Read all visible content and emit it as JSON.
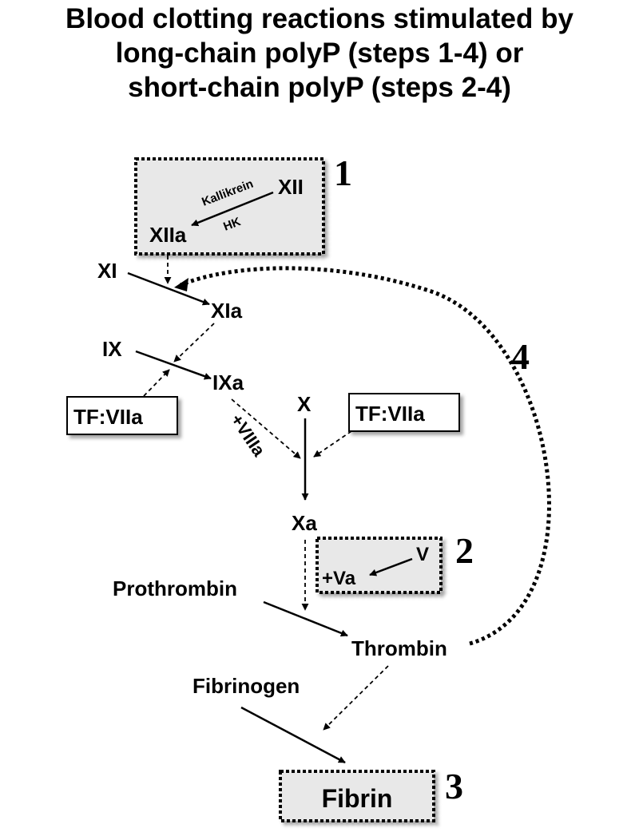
{
  "title": {
    "line1": "Blood clotting reactions stimulated by",
    "line2": "long-chain polyP (steps 1-4) or",
    "line3": "short-chain polyP (steps 2-4)"
  },
  "nodes": {
    "xii": "XII",
    "xiia": "XIIa",
    "kallikrein": "Kallikrein",
    "hk": "HK",
    "xi": "XI",
    "xia": "XIa",
    "ix": "IX",
    "ixa": "IXa",
    "tf_viia_left": "TF:VIIa",
    "tf_viia_right": "TF:VIIa",
    "x": "X",
    "viiia": "+VIIIa",
    "xa": "Xa",
    "v": "V",
    "va": "+Va",
    "prothrombin": "Prothrombin",
    "thrombin": "Thrombin",
    "fibrinogen": "Fibrinogen",
    "fibrin": "Fibrin"
  },
  "steps": {
    "one": "1",
    "two": "2",
    "three": "3",
    "four": "4"
  },
  "colors": {
    "highlight_fill": "#e8e8e8",
    "ink": "#000000"
  }
}
